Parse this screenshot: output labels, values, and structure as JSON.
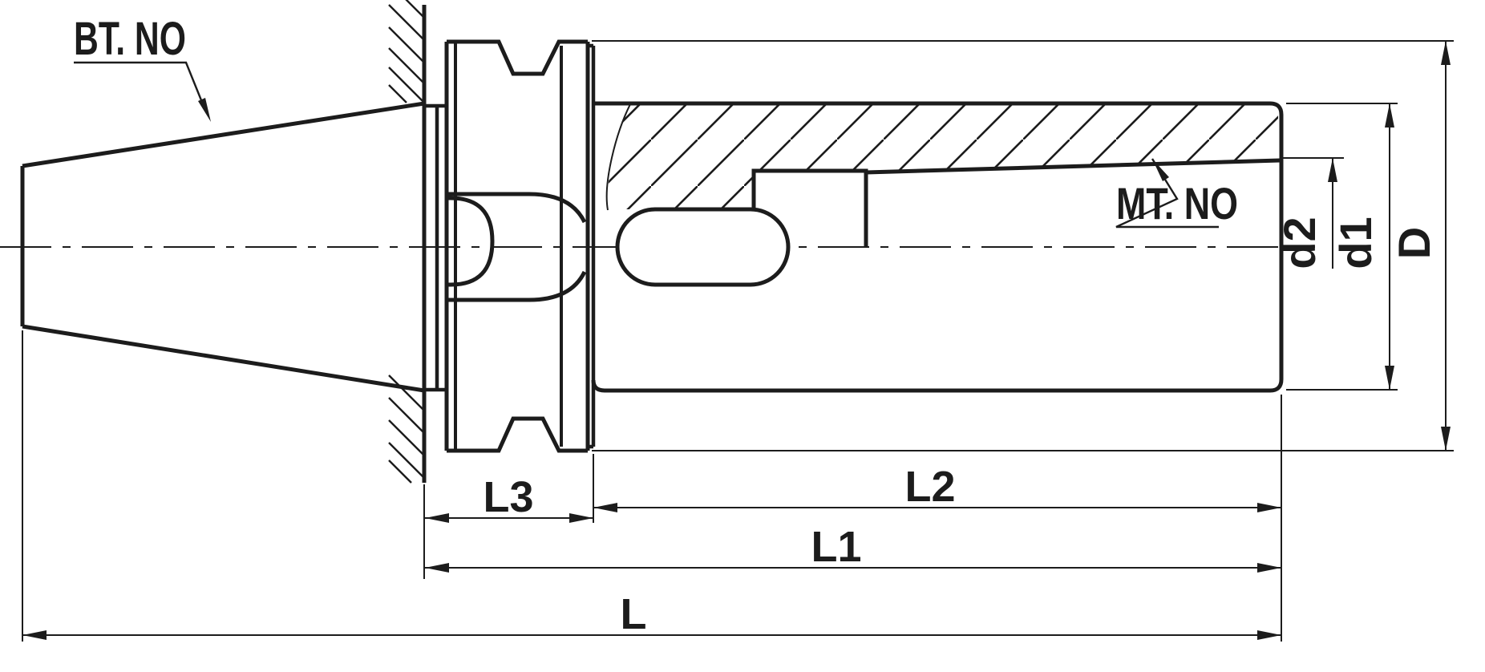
{
  "drawing": {
    "title": "BT shank to Morse taper adapter sleeve - dimensioned section drawing",
    "ink_color": "#1c1c1c",
    "background_color": "#ffffff",
    "callouts": {
      "shank_label": "BT. NO",
      "socket_label": "MT. NO"
    },
    "dimensions": {
      "flange_length": "L3",
      "body_length": "L2",
      "length_to_flange": "L1",
      "overall_length": "L",
      "socket_mouth_diameter": "d2",
      "body_diameter": "d1",
      "flange_diameter": "D"
    }
  }
}
